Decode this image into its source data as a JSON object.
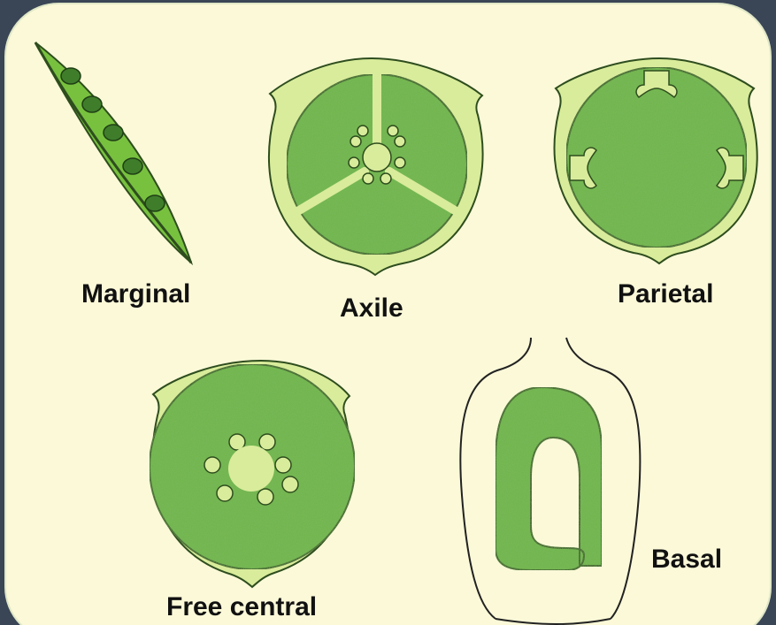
{
  "labels": {
    "marginal": "Marginal",
    "axile": "Axile",
    "parietal": "Parietal",
    "free_central": "Free central",
    "basal": "Basal"
  },
  "colors": {
    "background": "#3a4556",
    "panel": "#fbf9d8",
    "wall": "#d9ec9b",
    "locule": "#6db648",
    "outline": "#2e4d1e",
    "pod": "#78c13f",
    "ovule": "#3f7d2a"
  },
  "icons": [
    "pea-pod-icon",
    "axile-ovary-icon",
    "parietal-ovary-icon",
    "free-central-ovary-icon",
    "basal-ovary-icon"
  ]
}
